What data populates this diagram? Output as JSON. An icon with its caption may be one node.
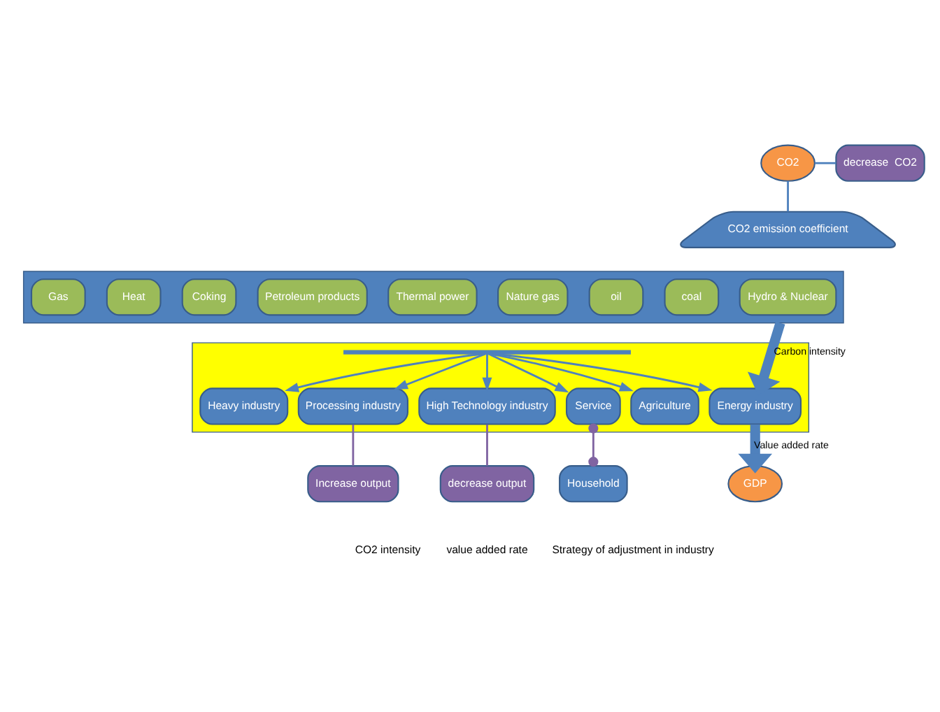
{
  "diagram": {
    "nodes": [
      {
        "text": [
          "CO2"
        ]
      },
      {
        "text": [
          "decrease  CO2"
        ]
      },
      {
        "text": [
          "CO2 emission coefficient"
        ]
      },
      {
        "text": [],
        "shape": "box"
      },
      {
        "text": [
          "Hydro & Nuclear"
        ],
        "in": 3
      },
      {
        "text": [
          "coal"
        ],
        "in": 3
      },
      {
        "text": [
          "oil"
        ],
        "in": 3
      },
      {
        "text": [
          "Nature gas"
        ],
        "in": 3
      },
      {
        "text": [
          "Thermal power"
        ],
        "in": 3
      },
      {
        "text": [
          "Petroleum products"
        ],
        "in": 3
      },
      {
        "text": [
          "Coking"
        ],
        "in": 3
      },
      {
        "text": [
          "Heat"
        ],
        "in": 3
      },
      {
        "text": [
          "Gas"
        ],
        "in": 3
      },
      {
        "text": [],
        "shape": "box"
      },
      {
        "text": [
          "Energy industry"
        ],
        "in": 13
      },
      {
        "text": [
          "Agriculture"
        ],
        "in": 13
      },
      {
        "text": [
          "Processing industry"
        ],
        "in": 13
      },
      {
        "text": [
          "Heavy industry"
        ],
        "in": 13
      },
      {
        "text": [
          "High Technology industry"
        ],
        "in": 13
      },
      {
        "text": [
          "Service"
        ],
        "in": 13
      },
      {
        "text": [
          "Household"
        ]
      },
      {
        "text": [
          "Increase output"
        ]
      },
      {
        "text": [
          "decrease output"
        ]
      },
      {
        "text": [
          "GDP"
        ]
      },
      {
        "text": [],
        "shape": "bar",
        "in": 13
      }
    ],
    "edges": [
      {
        "from": 0,
        "to": 1,
        "arrow": "none"
      },
      {
        "from": 0,
        "to": 2,
        "arrow": "none"
      },
      {
        "from": 3,
        "to": 14,
        "arrow": "to",
        "label": "Carbon intensity",
        "style": "thick"
      },
      {
        "from": 24,
        "to": 14,
        "arrow": "to"
      },
      {
        "from": 24,
        "to": 15,
        "arrow": "to"
      },
      {
        "from": 24,
        "to": 16,
        "arrow": "to"
      },
      {
        "from": 24,
        "to": 17,
        "arrow": "to"
      },
      {
        "from": 24,
        "to": 18,
        "arrow": "to"
      },
      {
        "from": 24,
        "to": 19,
        "arrow": "to"
      },
      {
        "from": 19,
        "to": 20,
        "arrow": "other"
      },
      {
        "from": 21,
        "to": 16,
        "arrow": "none",
        "color": "#8064a2"
      },
      {
        "from": 22,
        "to": 18,
        "arrow": "none",
        "color": "#8064a2"
      },
      {
        "from": 14,
        "to": 23,
        "arrow": "to",
        "label": "Value added rate",
        "style": "thick"
      }
    ],
    "labels": [
      "CO2 intensity",
      "value added rate",
      "Strategy of adjustment in industry"
    ]
  }
}
